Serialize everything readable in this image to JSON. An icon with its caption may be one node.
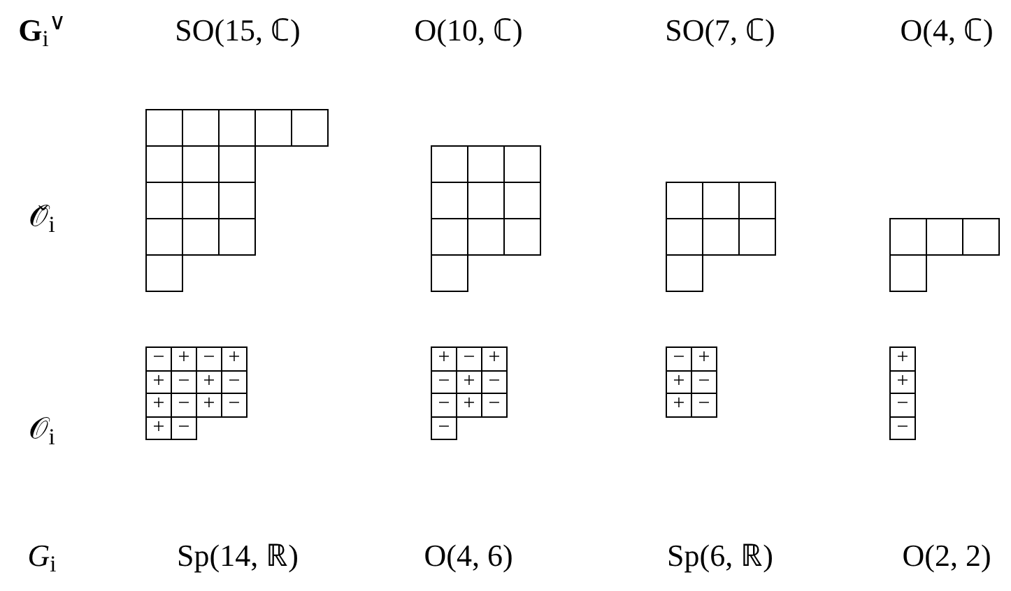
{
  "diagram": {
    "nodes": [
      {
        "text": [],
        "shape": "box"
      },
      {
        "text": [],
        "shape": "box"
      },
      {
        "text": [],
        "shape": "box"
      },
      {
        "text": [],
        "shape": "box"
      },
      {
        "text": [],
        "shape": "box"
      },
      {
        "text": [],
        "shape": "box"
      },
      {
        "text": [],
        "shape": "box"
      },
      {
        "text": [],
        "shape": "box"
      },
      {
        "text": [],
        "shape": "box"
      },
      {
        "text": [],
        "shape": "box"
      },
      {
        "text": [],
        "shape": "box"
      },
      {
        "text": [],
        "shape": "box"
      },
      {
        "text": [],
        "shape": "box"
      },
      {
        "text": [],
        "shape": "box"
      },
      {
        "text": [],
        "shape": "box"
      },
      {
        "text": [],
        "shape": "box"
      },
      {
        "text": [],
        "shape": "box"
      },
      {
        "text": [],
        "shape": "box"
      },
      {
        "text": [],
        "shape": "box"
      },
      {
        "text": [],
        "shape": "box"
      },
      {
        "text": [],
        "shape": "box"
      },
      {
        "text": [],
        "shape": "box"
      },
      {
        "text": [],
        "shape": "box"
      },
      {
        "text": [],
        "shape": "box"
      },
      {
        "text": [],
        "shape": "box"
      },
      {
        "text": [],
        "shape": "box"
      },
      {
        "text": [],
        "shape": "box"
      },
      {
        "text": [],
        "shape": "box"
      },
      {
        "text": [],
        "shape": "box"
      },
      {
        "text": [],
        "shape": "box"
      },
      {
        "text": [],
        "shape": "box"
      },
      {
        "text": [],
        "shape": "box"
      },
      {
        "text": [],
        "shape": "box"
      },
      {
        "text": [],
        "shape": "box"
      },
      {
        "text": [],
        "shape": "box"
      },
      {
        "text": [],
        "shape": "box"
      },
      {
        "text": [
          "−"
        ]
      },
      {
        "text": [
          "+"
        ]
      },
      {
        "text": [
          "−"
        ]
      },
      {
        "text": [
          "+"
        ]
      },
      {
        "text": [
          "+"
        ]
      },
      {
        "text": [
          "−"
        ]
      },
      {
        "text": [
          "+"
        ]
      },
      {
        "text": [
          "−"
        ]
      },
      {
        "text": [
          "+"
        ]
      },
      {
        "text": [
          "−"
        ]
      },
      {
        "text": [
          "+"
        ]
      },
      {
        "text": [
          "−"
        ]
      },
      {
        "text": [
          "+"
        ]
      },
      {
        "text": [
          "−"
        ]
      },
      {
        "text": [
          "+"
        ]
      },
      {
        "text": [
          "−"
        ]
      },
      {
        "text": [
          "+"
        ]
      },
      {
        "text": [
          "−"
        ]
      },
      {
        "text": [
          "+"
        ]
      },
      {
        "text": [
          "−"
        ]
      },
      {
        "text": [
          "−"
        ]
      },
      {
        "text": [
          "+"
        ]
      },
      {
        "text": [
          "−"
        ]
      },
      {
        "text": [
          "−"
        ]
      },
      {
        "text": [
          "−"
        ]
      },
      {
        "text": [
          "+"
        ]
      },
      {
        "text": [
          "+"
        ]
      },
      {
        "text": [
          "−"
        ]
      },
      {
        "text": [
          "+"
        ]
      },
      {
        "text": [
          "−"
        ]
      },
      {
        "text": [
          "+"
        ]
      },
      {
        "text": [
          "+"
        ]
      },
      {
        "text": [
          "−"
        ]
      },
      {
        "text": [
          "−"
        ]
      }
    ],
    "labels": [
      "**G**$_{i}$$^{∨}$",
      "SO(15, ℂ)",
      "O(10, ℂ)",
      "SO(7, ℂ)",
      "O(4, ℂ)",
      "𝒪̌$_{i}$",
      "𝒪$_{i}$",
      "*G*$_{i}$",
      "Sp(14, ℝ)",
      "O(4, 6)",
      "Sp(6, ℝ)",
      "O(2, 2)"
    ]
  }
}
